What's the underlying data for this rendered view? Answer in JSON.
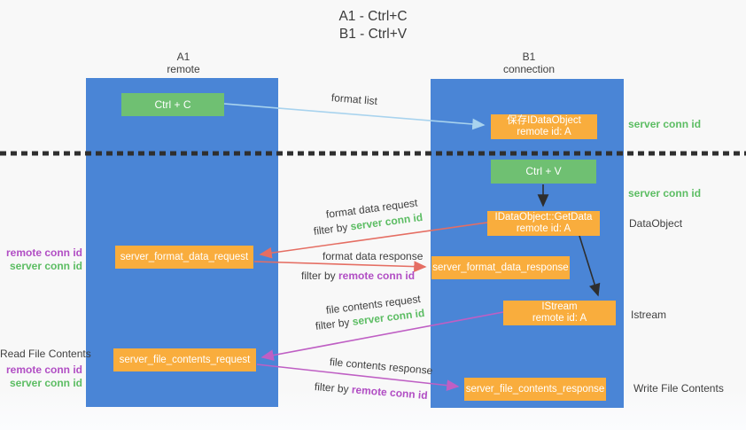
{
  "title": {
    "line1": "A1 - Ctrl+C",
    "line2": "B1 - Ctrl+V"
  },
  "lifelines": {
    "left": {
      "name": "A1",
      "role": "remote"
    },
    "right": {
      "name": "B1",
      "role": "connection"
    }
  },
  "nodes": {
    "ctrl_c": {
      "label": "Ctrl + C"
    },
    "save_idataobject": {
      "line1": "保存IDataObject",
      "line2": "remote id: A"
    },
    "ctrl_v": {
      "label": "Ctrl + V"
    },
    "getdata": {
      "line1": "IDataObject::GetData",
      "line2": "remote id: A"
    },
    "format_request": {
      "label": "server_format_data_request"
    },
    "format_response": {
      "label": "server_format_data_response"
    },
    "istream": {
      "line1": "IStream",
      "line2": "remote id: A"
    },
    "file_request": {
      "label": "server_file_contents_request"
    },
    "file_response": {
      "label": "server_file_contents_response"
    }
  },
  "arrow_labels": {
    "format_list": "format list",
    "format_data_request": "format data request",
    "format_data_request_filter_prefix": "filter by ",
    "format_data_request_filter_key": "server conn id",
    "format_data_response": "format data response",
    "format_data_response_filter_prefix": "filter by ",
    "format_data_response_filter_key": "remote conn id",
    "file_contents_request": "file contents request",
    "file_contents_request_filter_prefix": "filter by ",
    "file_contents_request_filter_key": "server conn id",
    "file_contents_response": "file contents response",
    "file_contents_response_filter_prefix": "filter by ",
    "file_contents_response_filter_key": "remote conn id"
  },
  "side_labels": {
    "left_format_remote_conn": "remote conn id",
    "left_format_server_conn": "server conn id",
    "left_file_title": "Read File Contents",
    "left_file_remote_conn": "remote conn id",
    "left_file_server_conn": "server conn id",
    "right_top_server_conn": "server conn id",
    "right_mid_server_conn": "server conn id",
    "right_dataobject": "DataObject",
    "right_istream": "Istream",
    "right_write_file": "Write File Contents"
  },
  "colors": {
    "lifeline_blue": "#4a85d6",
    "action_green": "#6fc072",
    "node_orange": "#f9ad3d",
    "conn_green": "#5cbd63",
    "conn_purple": "#b14ec4",
    "arrow_red": "#e56e63",
    "arrow_magenta": "#bf5fc4",
    "arrow_blue": "#a8d3ee",
    "arrow_black": "#2e2e2e"
  }
}
